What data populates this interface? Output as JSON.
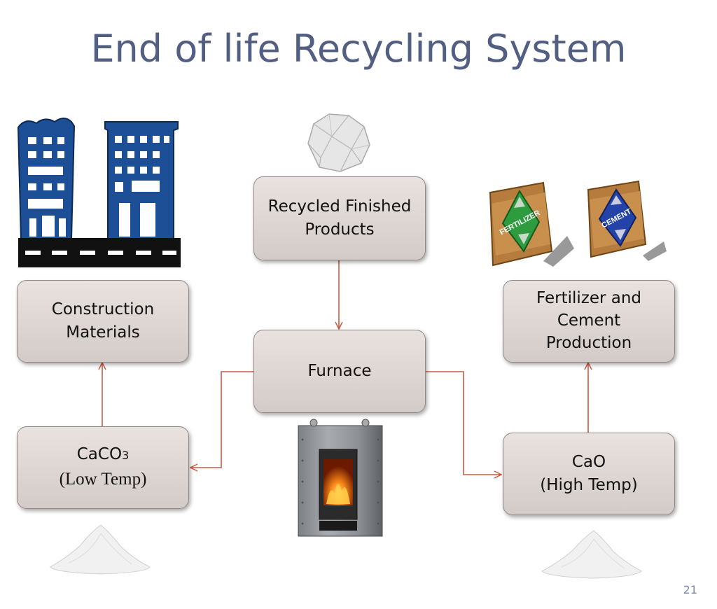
{
  "title": "End of life Recycling System",
  "page_number": "21",
  "nodes": {
    "recycled": {
      "line1": "Recycled Finished",
      "line2": "Products"
    },
    "construction": {
      "line1": "Construction",
      "line2": "Materials"
    },
    "fertilizer": {
      "line1": "Fertilizer and",
      "line2": "Cement",
      "line3": "Production"
    },
    "furnace": {
      "label": "Furnace"
    },
    "caco3": {
      "formula_main": "CaCO",
      "formula_sub": "3",
      "condition": "(Low Temp)"
    },
    "cao": {
      "formula": "CaO",
      "condition": "(High Temp)"
    }
  },
  "images": {
    "fertilizer_bag_text": "FERTILIZER",
    "cement_bag_text": "CEMENT"
  },
  "colors": {
    "title": "#525f82",
    "connector": "#cc5a42",
    "box_fill": "#ded6d2",
    "building_blue": "#1d4f96"
  }
}
